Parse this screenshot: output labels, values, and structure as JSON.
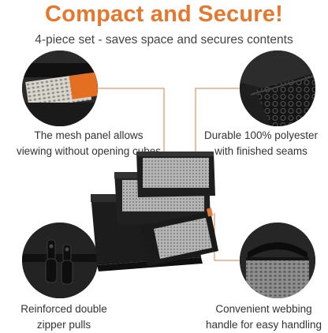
{
  "header": {
    "title": "Compact and Secure!",
    "subtitle": "4-piece set - saves space and secures contents"
  },
  "features": {
    "mesh": "The mesh panel allows viewing without opening cubes",
    "polyester": "Durable 100% polyester with finished seams",
    "zipper": "Reinforced double zipper pulls",
    "handle": "Convenient webbing handle for easy handling"
  },
  "colors": {
    "accent": "#e8772e",
    "leader_line": "#e07b3c",
    "cube_fabric": "#1c1c1c"
  },
  "icons": {
    "mesh": "mesh-panel-closeup-icon",
    "polyester": "polyester-fabric-closeup-icon",
    "zipper": "zipper-pulls-closeup-icon",
    "handle": "webbing-handle-closeup-icon"
  }
}
